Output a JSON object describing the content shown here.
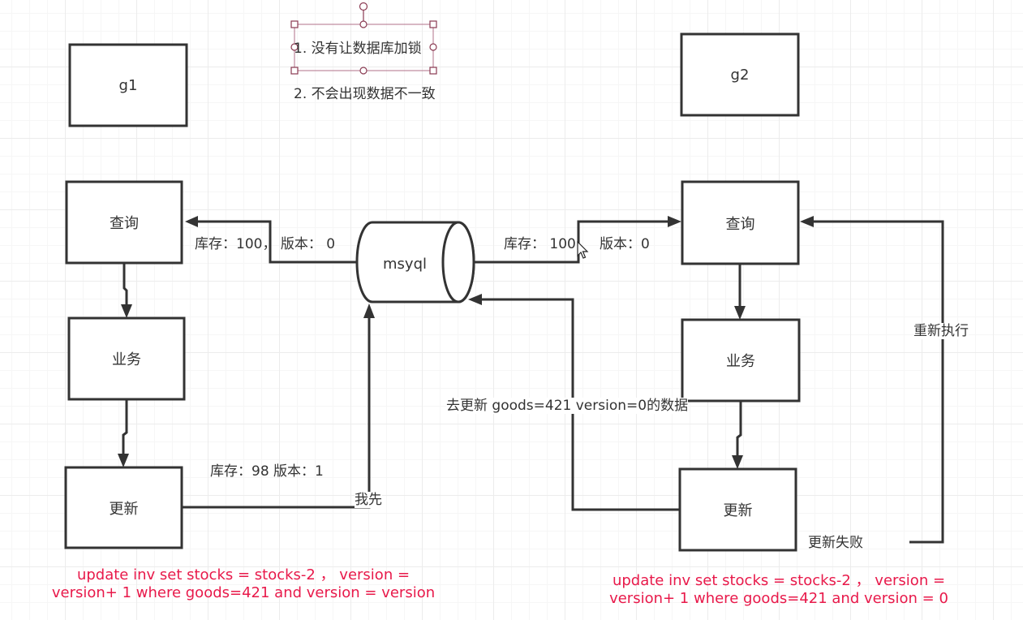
{
  "colors": {
    "stroke": "#333333",
    "text": "#333333",
    "sql_text": "#e8194a",
    "selection": "#8a3a52"
  },
  "notes": {
    "note1": "1. 没有让数据库加锁",
    "note2": "2. 不会出现数据不一致"
  },
  "g1": {
    "title": "g1",
    "query": "查询",
    "business": "业务",
    "update": "更新",
    "read_label": "库存：100，  版本： 0",
    "write_label": "库存：98 版本：1",
    "first_label": "我先",
    "sql_line1": "update inv set stocks = stocks-2 ，   version =",
    "sql_line2": "version+ 1 where goods=421 and version = version"
  },
  "db": {
    "label": "msyql"
  },
  "g2": {
    "title": "g2",
    "query": "查询",
    "business": "业务",
    "update": "更新",
    "read_label_stock": "库存：  100",
    "read_label_version": "版本：0",
    "write_label": "去更新 goods=421 version=0的数据",
    "fail_label": "更新失败",
    "retry_label": "重新执行",
    "sql_line1": "update inv set stocks = stocks-2 ，   version =",
    "sql_line2": "version+ 1 where goods=421 and version = 0"
  },
  "icons": {
    "cursor": "mouse-pointer-icon",
    "database": "cylinder-database-icon"
  }
}
